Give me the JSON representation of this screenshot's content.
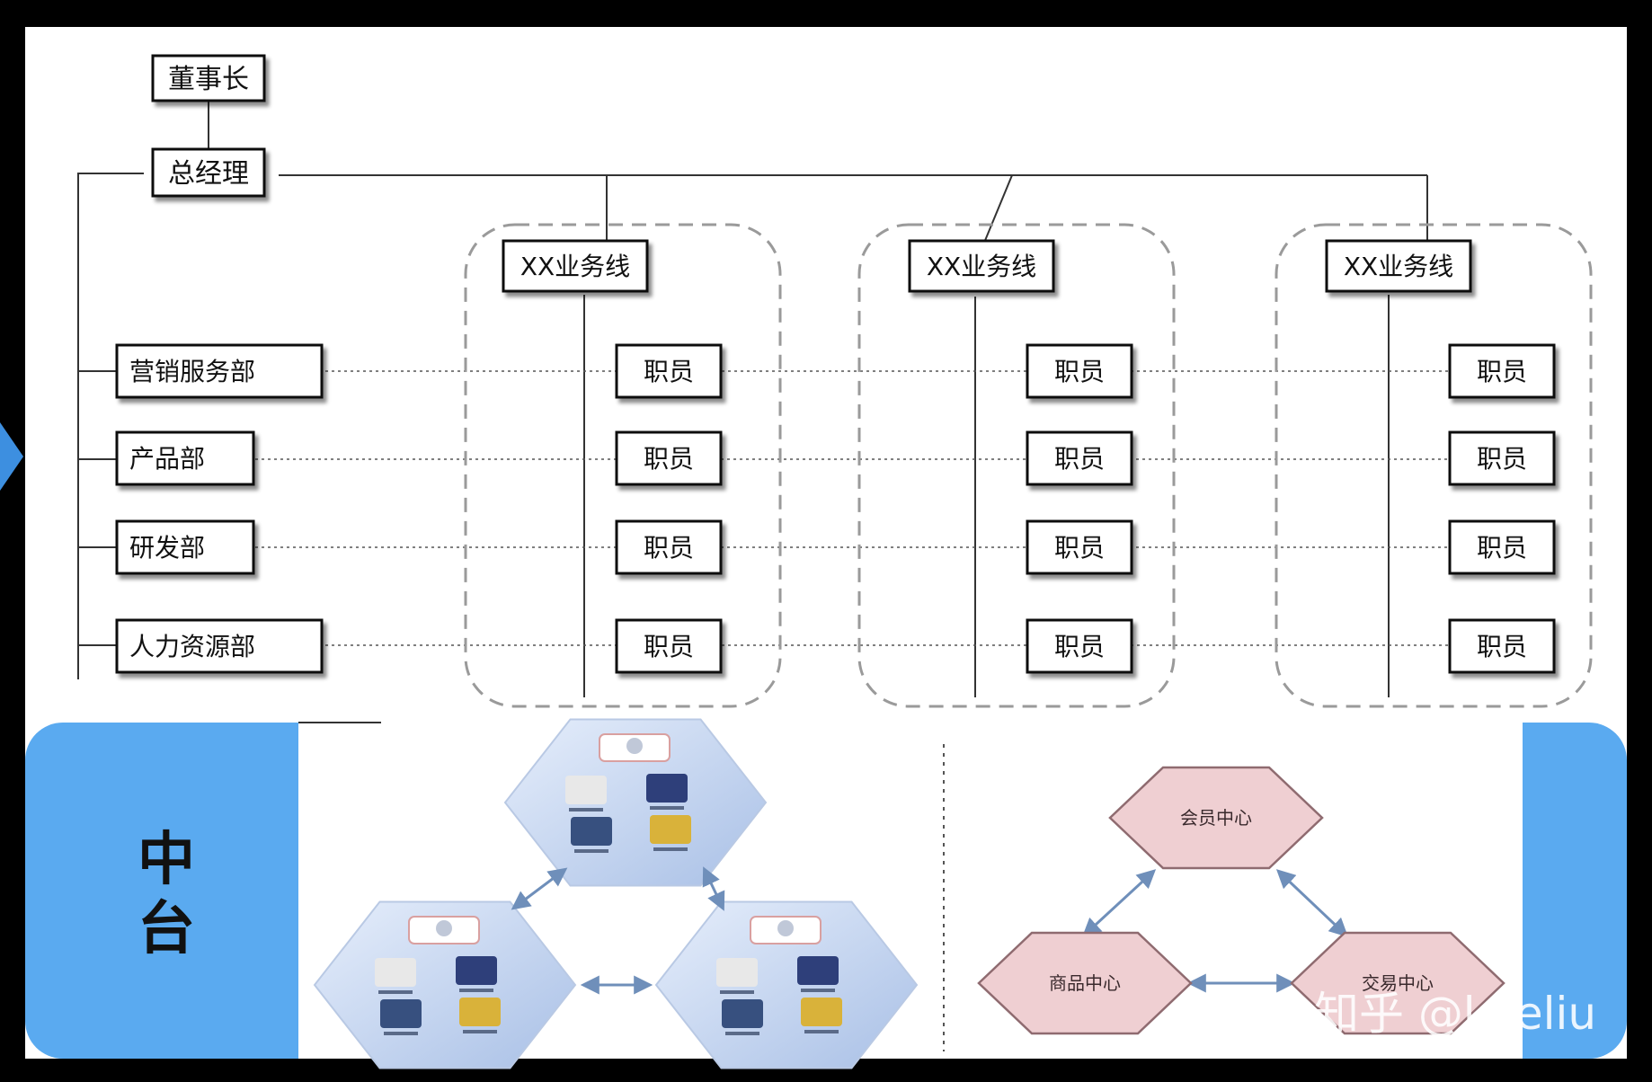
{
  "org_chart": {
    "chairman": "董事长",
    "general_manager": "总经理",
    "business_lines": [
      "XX业务线",
      "XX业务线",
      "XX业务线"
    ],
    "departments": [
      "营销服务部",
      "产品部",
      "研发部",
      "人力资源部"
    ],
    "employee_label": "职员"
  },
  "middle_platform": {
    "title_chars": [
      "中",
      "台"
    ],
    "hex_labels": [
      "会员中心",
      "商品中心",
      "交易中心"
    ]
  },
  "watermark": "知乎 @keeliu",
  "colors": {
    "panel_blue": "#5aaaf0",
    "hex_fill": "#efcfd2",
    "hex_stroke": "#8f6b70",
    "team_hex": "#c9d7ee",
    "arrow": "#6f8fba"
  }
}
